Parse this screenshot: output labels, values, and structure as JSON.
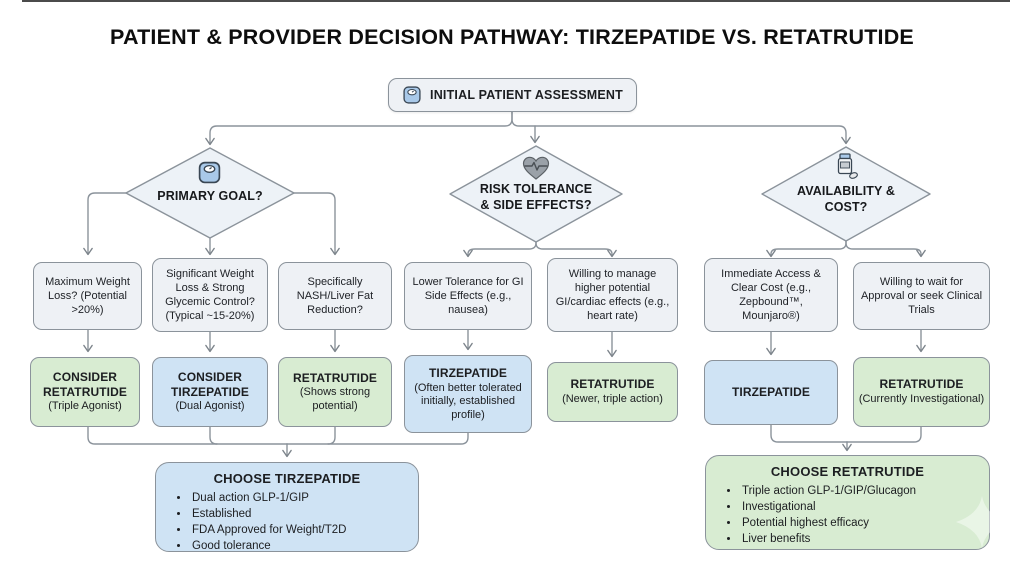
{
  "title": "PATIENT & PROVIDER DECISION PATHWAY: TIRZEPATIDE VS. RETATRUTIDE",
  "root": {
    "label": "INITIAL PATIENT ASSESSMENT",
    "icon": "weight-scale-icon"
  },
  "branches": [
    {
      "question": "PRIMARY GOAL?",
      "icon": "weight-scale-icon",
      "paths": [
        {
          "condition": "Maximum Weight Loss? (Potential >20%)",
          "outcome_title": "CONSIDER RETATRUTIDE",
          "outcome_note": "(Triple Agonist)",
          "color": "green"
        },
        {
          "condition": "Significant Weight Loss & Strong Glycemic Control? (Typical ~15-20%)",
          "outcome_title": "CONSIDER TIRZEPATIDE",
          "outcome_note": "(Dual Agonist)",
          "color": "blue"
        },
        {
          "condition": "Specifically NASH/Liver Fat Reduction?",
          "outcome_title": "RETATRUTIDE",
          "outcome_note": "(Shows strong potential)",
          "color": "green"
        }
      ]
    },
    {
      "question": "RISK TOLERANCE & SIDE EFFECTS?",
      "icon": "heart-pulse-icon",
      "paths": [
        {
          "condition": "Lower Tolerance for GI Side Effects (e.g., nausea)",
          "outcome_title": "TIRZEPATIDE",
          "outcome_note": "(Often better tolerated initially, established profile)",
          "color": "blue"
        },
        {
          "condition": "Willing to manage higher potential GI/cardiac effects (e.g., heart rate)",
          "outcome_title": "RETATRUTIDE",
          "outcome_note": "(Newer, triple action)",
          "color": "green"
        }
      ]
    },
    {
      "question": "AVAILABILITY & COST?",
      "icon": "pill-bottle-icon",
      "paths": [
        {
          "condition": "Immediate Access & Clear Cost (e.g., Zepbound™, Mounjaro®)",
          "outcome_title": "TIRZEPATIDE",
          "outcome_note": "",
          "color": "blue"
        },
        {
          "condition": "Willing to wait for Approval or seek Clinical Trials",
          "outcome_title": "RETATRUTIDE",
          "outcome_note": "(Currently Investigational)",
          "color": "green"
        }
      ]
    }
  ],
  "final": [
    {
      "title": "CHOOSE TIRZEPATIDE",
      "color": "blue",
      "bullets": [
        "Dual action GLP-1/GIP",
        "Established",
        "FDA Approved for Weight/T2D",
        "Good tolerance"
      ]
    },
    {
      "title": "CHOOSE RETATRUTIDE",
      "color": "green",
      "bullets": [
        "Triple action GLP-1/GIP/Glucagon",
        "Investigational",
        "Potential highest efficacy",
        "Liver benefits"
      ]
    }
  ],
  "colors": {
    "green_fill": "#d8ecd2",
    "blue_fill": "#cfe3f4",
    "neutral_fill": "#eef1f5",
    "border_line": "#8b939b",
    "icon_blue": "#a9c9e9",
    "icon_gray": "#9aa1a8",
    "text": "#1c1e21"
  }
}
